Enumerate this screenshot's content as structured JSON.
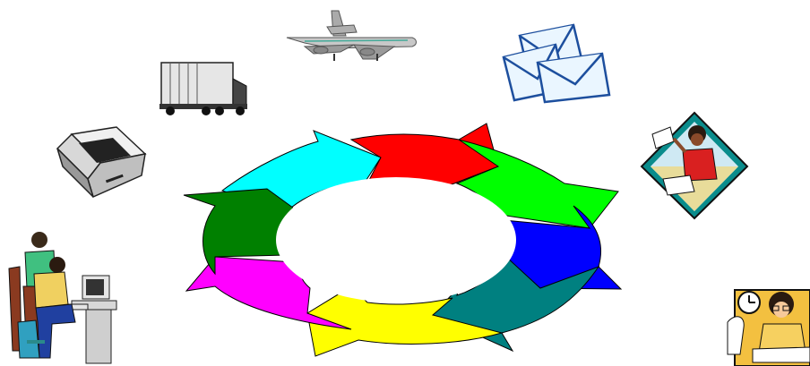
{
  "cycle": {
    "segments": [
      {
        "id": "red",
        "color": "#ff0000"
      },
      {
        "id": "green",
        "color": "#00ff00"
      },
      {
        "id": "blue",
        "color": "#0000ff"
      },
      {
        "id": "teal",
        "color": "#008080"
      },
      {
        "id": "yellow",
        "color": "#ffff00"
      },
      {
        "id": "magenta",
        "color": "#ff00ff"
      },
      {
        "id": "dark-green",
        "color": "#008000"
      },
      {
        "id": "cyan",
        "color": "#00ffff"
      }
    ]
  },
  "clipart": [
    {
      "name": "airplane-icon"
    },
    {
      "name": "envelopes-icon"
    },
    {
      "name": "truck-icon"
    },
    {
      "name": "scanner-icon"
    },
    {
      "name": "office-worker-icon"
    },
    {
      "name": "computer-users-icon"
    },
    {
      "name": "accountant-icon"
    }
  ]
}
